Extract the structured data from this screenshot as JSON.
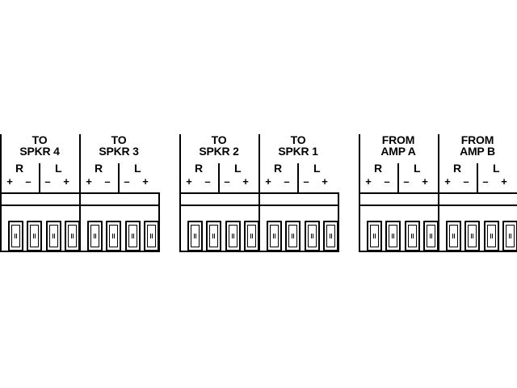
{
  "groups": [
    {
      "sections": [
        {
          "line1": "TO",
          "line2": "SPKR 4",
          "r": "R",
          "l": "L",
          "pol": [
            "+",
            "–",
            "–",
            "+"
          ]
        },
        {
          "line1": "TO",
          "line2": "SPKR 3",
          "r": "R",
          "l": "L",
          "pol": [
            "+",
            "–",
            "–",
            "+"
          ]
        }
      ]
    },
    {
      "sections": [
        {
          "line1": "TO",
          "line2": "SPKR 2",
          "r": "R",
          "l": "L",
          "pol": [
            "+",
            "–",
            "–",
            "+"
          ]
        },
        {
          "line1": "TO",
          "line2": "SPKR 1",
          "r": "R",
          "l": "L",
          "pol": [
            "+",
            "–",
            "–",
            "+"
          ]
        }
      ]
    },
    {
      "sections": [
        {
          "line1": "FROM",
          "line2": "AMP A",
          "r": "R",
          "l": "L",
          "pol": [
            "+",
            "–",
            "–",
            "+"
          ]
        },
        {
          "line1": "FROM",
          "line2": "AMP B",
          "r": "R",
          "l": "L",
          "pol": [
            "+",
            "–",
            "–",
            "+"
          ]
        }
      ]
    }
  ],
  "colors": {
    "line": "#000000",
    "background": "#ffffff"
  }
}
